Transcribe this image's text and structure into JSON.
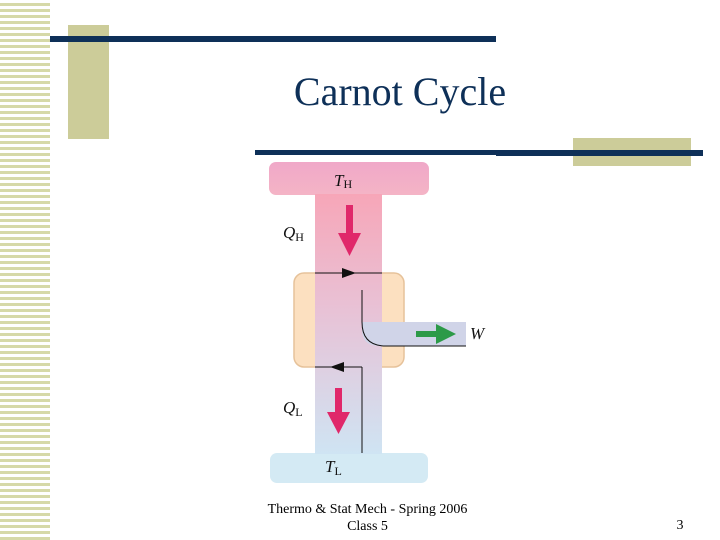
{
  "slide": {
    "title": "Carnot Cycle",
    "footer_line1": "Thermo & Stat Mech - Spring 2006",
    "footer_line2": "Class 5",
    "page_number": "3"
  },
  "diagram": {
    "hot_reservoir": {
      "symbol": "T",
      "subscript": "H"
    },
    "heat_in": {
      "symbol": "Q",
      "subscript": "H"
    },
    "work_out": {
      "symbol": "W"
    },
    "heat_out": {
      "symbol": "Q",
      "subscript": "L"
    },
    "cold_reservoir": {
      "symbol": "T",
      "subscript": "L"
    }
  },
  "colors": {
    "accent_bar": "#0e3058",
    "deco_olive": "#cccc99",
    "hot_reservoir": "#f0a8c8",
    "cold_reservoir": "#d4eaf4",
    "engine_body": "#fce0c0",
    "heat_arrow": "#e0286a",
    "work_arrow": "#2c9a48"
  }
}
